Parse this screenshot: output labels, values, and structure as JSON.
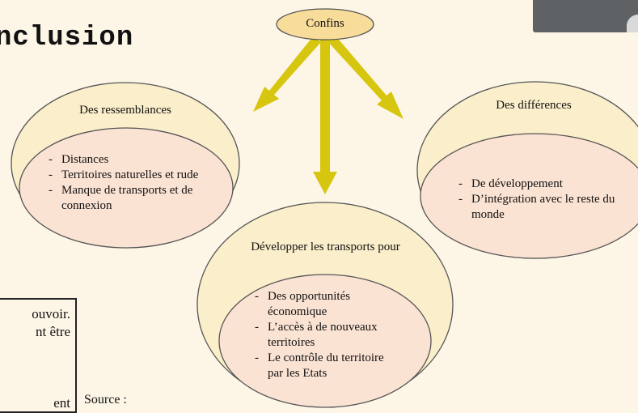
{
  "title": "nclusion",
  "top_node": "Confins",
  "left_outer": "Des ressemblances",
  "left_items": [
    "Distances",
    "Territoires naturelles et rude",
    "Manque de transports et de connexion"
  ],
  "right_outer": "Des différences",
  "right_items": [
    "De développement",
    "D’intégration avec le reste du monde"
  ],
  "center_outer": "Développer les transports pour",
  "center_items": [
    "Des opportunités économique",
    "L’accès à de nouveaux territoires",
    "Le contrôle du territoire par les Etats"
  ],
  "side_text": [
    "ouvoir.",
    "nt être",
    "",
    "",
    "ent"
  ],
  "source_label": "Source :",
  "colors": {
    "outer": "#fbeecb",
    "inner": "#fbe3d4",
    "arrow": "#d7c60f",
    "stroke": "#3a3a3a"
  }
}
